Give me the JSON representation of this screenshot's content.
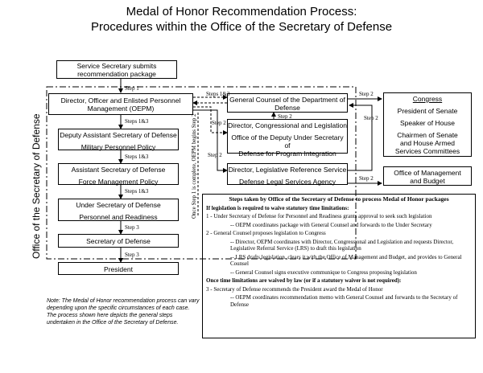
{
  "title": {
    "line1": "Medal of Honor Recommendation Process:",
    "line2": "Procedures within the Office of the Secretary of Defense"
  },
  "side_label": "Office of the Secretary of Defense",
  "boxes": {
    "service_secretary": [
      "Service Secretary submits",
      "recommendation package"
    ],
    "oepm": [
      "Director, Officer and Enlisted Personnel",
      "Management (OEPM)"
    ],
    "dasd": [
      "Deputy Assistant Secretary of Defense",
      "Military Personnel Policy"
    ],
    "asd": [
      "Assistant Secretary of Defense",
      "Force Management Policy"
    ],
    "usd": [
      "Under Secretary of Defense",
      "Personnel and Readiness"
    ],
    "secdef": [
      "Secretary of Defense"
    ],
    "president": [
      "President"
    ],
    "gc": [
      "General Counsel of the Department of",
      "Defense"
    ],
    "dcl": [
      "Director, Congressional and Legislation",
      "Office of the Deputy Under Secretary of",
      "Defense for Program Integration"
    ],
    "lrs": [
      "Director, Legislative Reference Service",
      "Defense Legal Services Agency"
    ],
    "congress": [
      "Congress",
      "President of Senate",
      "Speaker of House",
      "Chairmen of Senate",
      "and House Armed",
      "Services Committees"
    ],
    "omb": [
      "Office of Management",
      "and Budget"
    ]
  },
  "step_labels": {
    "s1": "Step 1",
    "s13a": "Steps 1&3",
    "s13b": "Steps 1&3",
    "s13c": "Steps 1&3",
    "s13d": "Steps 1&3",
    "s3a": "Step 3",
    "s3b": "Step 3",
    "s2a": "Step 2",
    "s2b": "Step 2",
    "s2c": "Step 2",
    "s2d": "Step 2",
    "s2e": "Step 2",
    "s2f": "Step 2",
    "once": "Once Step 1 is complete, OEPM begins Step 2"
  },
  "note": "Note: The Medal of Honor recommendation process can vary depending upon the specific circumstances of each case. The process shown here depicts the general steps undertaken in the Office of the Secretary of Defense.",
  "panel": {
    "heading": "Steps taken by Office of the Secretary of Defense to process Medal of Honor packages",
    "h1": "If legislation is required to waive statutory time limitations:",
    "p1": "1 - Under Secretary of Defense for Personnel and Readiness grants approval to seek such legislation",
    "p1a": "-- OEPM coordinates package with General Counsel and forwards to the Under Secretary",
    "p2": "2 - General Counsel proposes legislation to Congress",
    "p2a": "-- Director, OEPM coordinates with Director, Congressional and Legislation and requests Director, Legislative Referral Service (LRS) to draft this legislation",
    "p2b": "-- LRS drafts legislation, clears it with the Office of Management and Budget, and provides to General Counsel",
    "p2c": "-- General Counsel signs executive communique to Congress proposing legislation",
    "h2": "Once time limitations are waived by law (or if a statutory waiver is not required):",
    "p3": "3 - Secretary of Defense recommends the President award the Medal of Honor",
    "p3a": "-- OEPM coordinates recommendation memo with General Counsel and forwards to the Secretary of Defense"
  }
}
